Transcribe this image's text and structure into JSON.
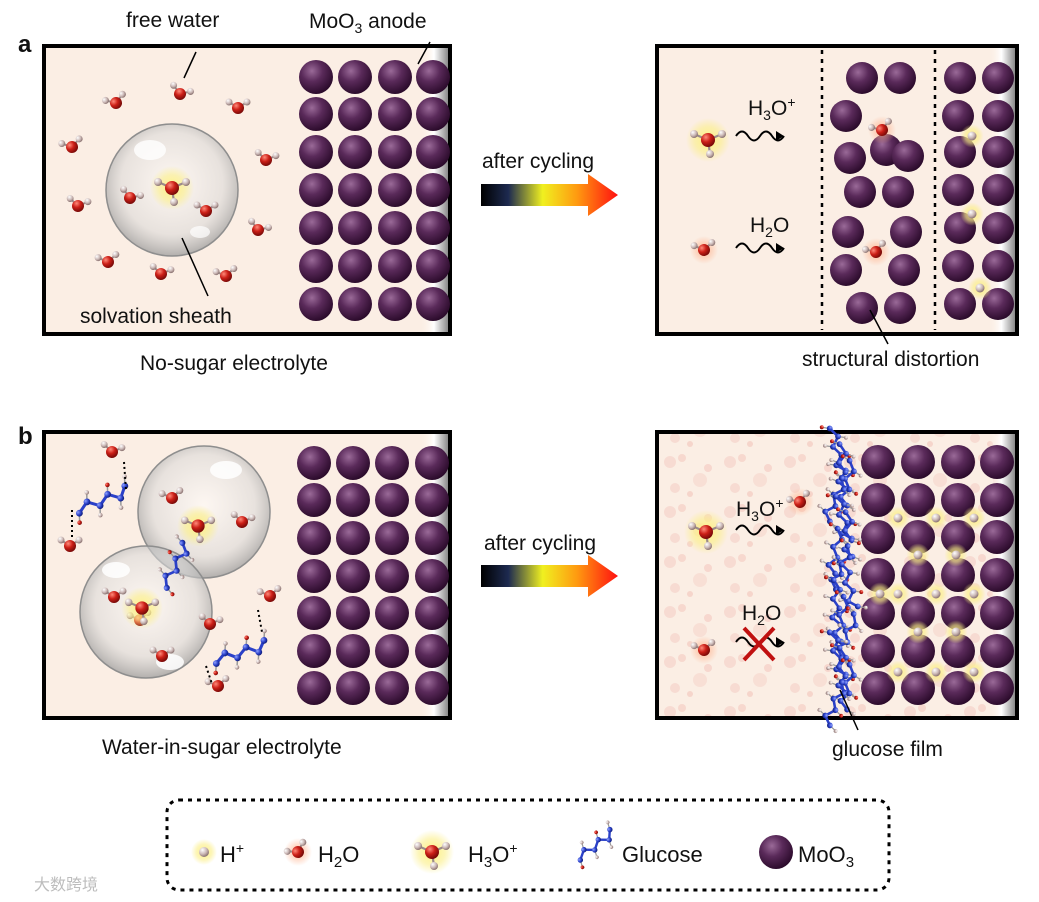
{
  "panel_a": {
    "letter": "a",
    "free_water": "free water",
    "anode_main": "MoO",
    "anode_sub": "3",
    "anode_suffix": " anode",
    "solvation": "solvation sheath",
    "after": "after cycling",
    "caption_left": "No-sugar electrolyte",
    "caption_right": "structural distortion",
    "h3o_main": "H",
    "h3o_sub": "3",
    "h3o_end": "O",
    "h3o_sup": "+",
    "h2o_main": "H",
    "h2o_sub": "2",
    "h2o_end": "O"
  },
  "panel_b": {
    "letter": "b",
    "after": "after cycling",
    "caption_left": "Water-in-sugar electrolyte",
    "caption_right": "glucose film",
    "h3o_main": "H",
    "h3o_sub": "3",
    "h3o_end": "O",
    "h3o_sup": "+",
    "h2o_main": "H",
    "h2o_sub": "2",
    "h2o_end": "O"
  },
  "legend": {
    "h_plus_main": "H",
    "h_plus_sup": "+",
    "h2o_main": "H",
    "h2o_sub": "2",
    "h2o_end": "O",
    "h3o_main": "H",
    "h3o_sub": "3",
    "h3o_end": "O",
    "h3o_sup": "+",
    "glucose": "Glucose",
    "moo3_main": "MoO",
    "moo3_sub": "3"
  },
  "watermark": "大数跨境",
  "colors": {
    "panel_bg": "#fbeee4",
    "moo3": "#4a1f4a",
    "oxygen": "#c8201c",
    "hydrogen": "#c9b8b8",
    "glow": "#f6ee7a",
    "carbon": "#2740c8"
  }
}
